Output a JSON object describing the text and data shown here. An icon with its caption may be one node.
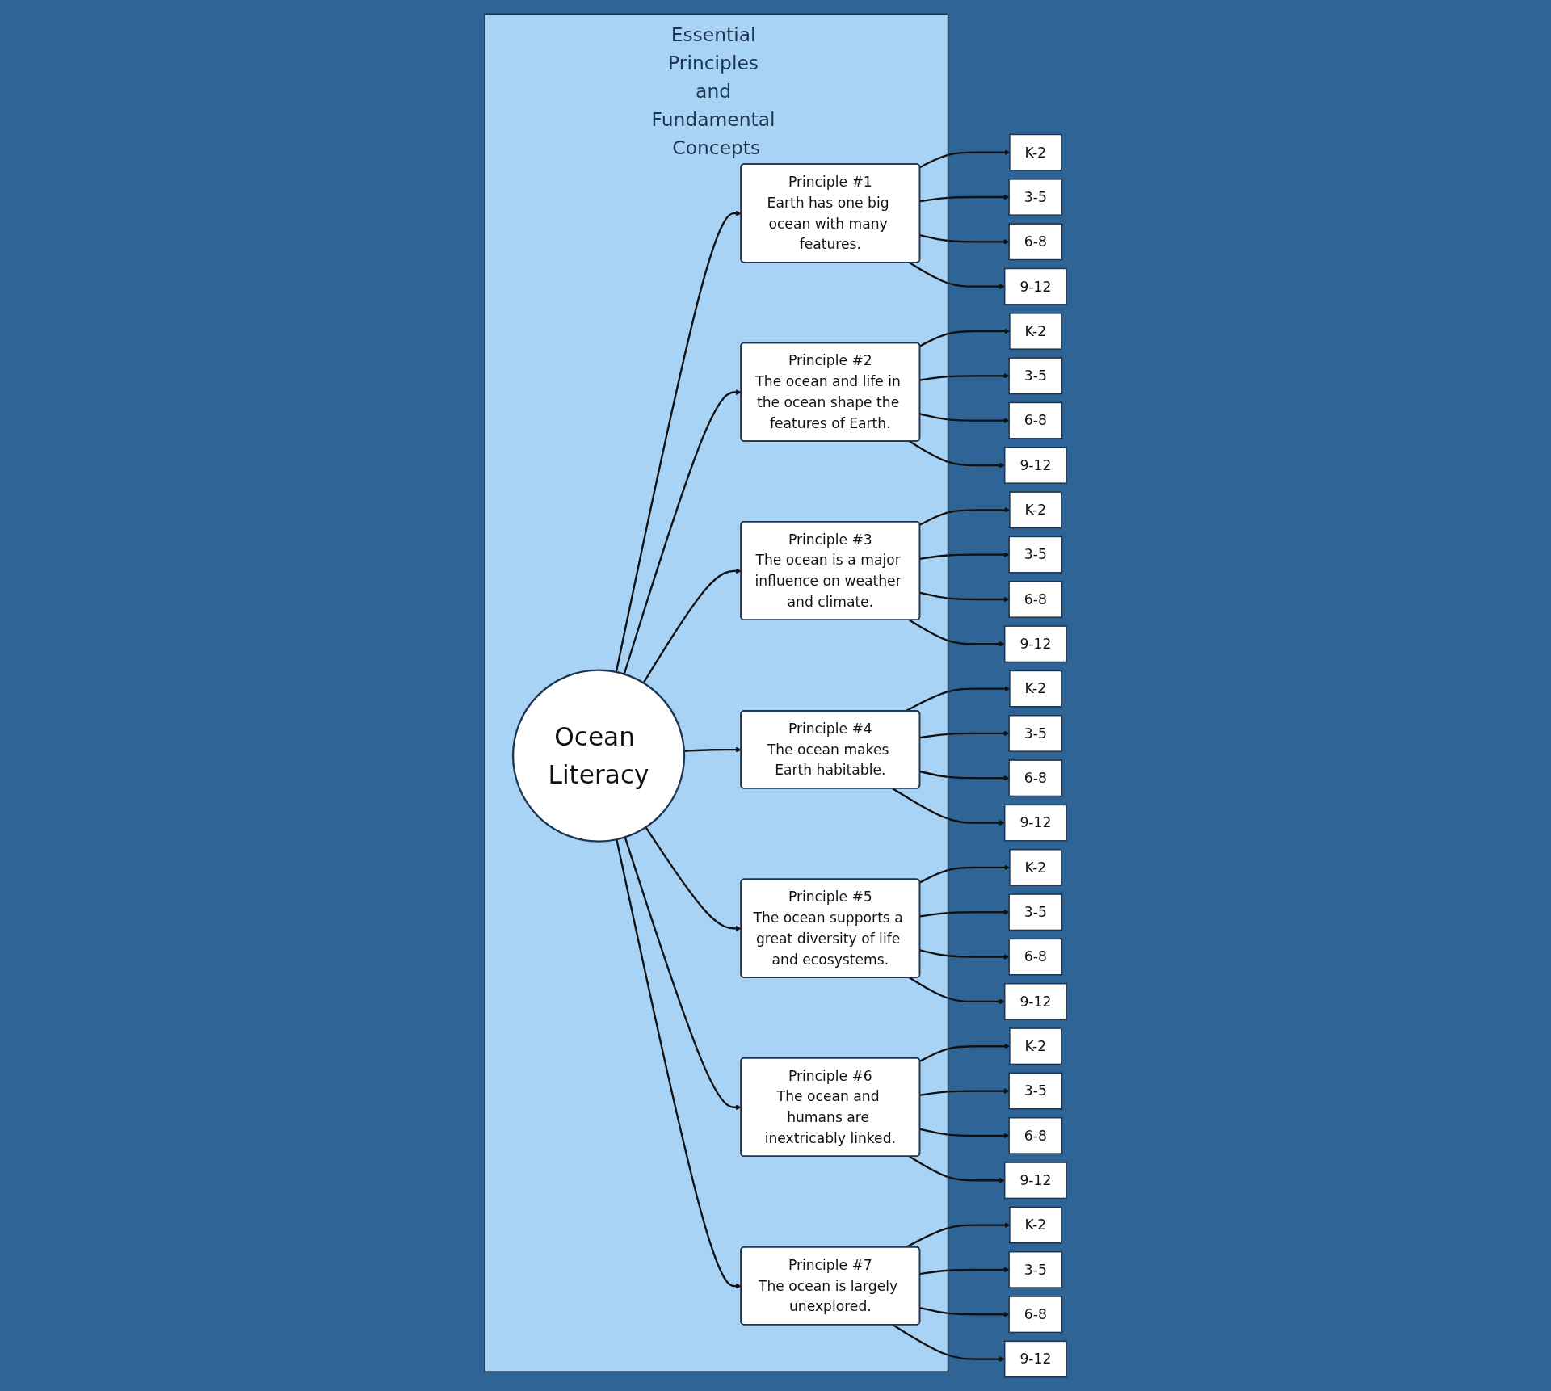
{
  "diagram": {
    "nodes": [
      {
        "text": [
          "Essential Principles and Fundamental Concepts"
        ]
      },
      {
        "text": [
          "Ocean Literacy"
        ],
        "in": 0
      },
      {
        "text": [
          "Principle #1",
          "Earth has one big ocean with many features."
        ],
        "in": 0
      },
      {
        "text": [
          "Principle #2",
          "The ocean and life in the ocean shape the features of Earth."
        ],
        "in": 0
      },
      {
        "text": [
          "Principle #3",
          "The ocean is a major influence on weather and climate."
        ],
        "in": 0
      },
      {
        "text": [
          "Principle #4",
          "The ocean makes Earth habitable."
        ],
        "in": 0
      },
      {
        "text": [
          "Principle #5",
          "The ocean supports a great diversity of life and ecosystems."
        ],
        "in": 0
      },
      {
        "text": [
          "Principle #6",
          "The ocean and humans are inextricably linked."
        ],
        "in": 0
      },
      {
        "text": [
          "Principle #7",
          "The ocean is largely unexplored."
        ],
        "in": 0
      },
      {
        "text": [
          "K-2"
        ]
      },
      {
        "text": [
          "3-5"
        ]
      },
      {
        "text": [
          "6-8"
        ]
      },
      {
        "text": [
          "9-12"
        ]
      },
      {
        "text": [
          "K-2"
        ]
      },
      {
        "text": [
          "3-5"
        ]
      },
      {
        "text": [
          "6-8"
        ]
      },
      {
        "text": [
          "9-12"
        ]
      },
      {
        "text": [
          "K-2"
        ]
      },
      {
        "text": [
          "3-5"
        ]
      },
      {
        "text": [
          "6-8"
        ]
      },
      {
        "text": [
          "9-12"
        ]
      },
      {
        "text": [
          "K-2"
        ]
      },
      {
        "text": [
          "3-5"
        ]
      },
      {
        "text": [
          "6-8"
        ]
      },
      {
        "text": [
          "9-12"
        ]
      },
      {
        "text": [
          "K-2"
        ]
      },
      {
        "text": [
          "3-5"
        ]
      },
      {
        "text": [
          "6-8"
        ]
      },
      {
        "text": [
          "9-12"
        ]
      },
      {
        "text": [
          "K-2"
        ]
      },
      {
        "text": [
          "3-5"
        ]
      },
      {
        "text": [
          "6-8"
        ]
      },
      {
        "text": [
          "9-12"
        ]
      },
      {
        "text": [
          "K-2"
        ]
      },
      {
        "text": [
          "3-5"
        ]
      },
      {
        "text": [
          "6-8"
        ]
      },
      {
        "text": [
          "9-12"
        ]
      }
    ],
    "edges": [
      {
        "from": 1,
        "to": 2,
        "arrow": "to"
      },
      {
        "from": 1,
        "to": 3,
        "arrow": "to"
      },
      {
        "from": 1,
        "to": 4,
        "arrow": "to"
      },
      {
        "from": 1,
        "to": 5,
        "arrow": "to"
      },
      {
        "from": 1,
        "to": 6,
        "arrow": "to"
      },
      {
        "from": 1,
        "to": 7,
        "arrow": "to"
      },
      {
        "from": 1,
        "to": 8,
        "arrow": "to"
      },
      {
        "from": 2,
        "to": 9,
        "arrow": "to"
      },
      {
        "from": 2,
        "to": 10,
        "arrow": "to"
      },
      {
        "from": 2,
        "to": 11,
        "arrow": "to"
      },
      {
        "from": 2,
        "to": 12,
        "arrow": "to"
      },
      {
        "from": 3,
        "to": 13,
        "arrow": "to"
      },
      {
        "from": 3,
        "to": 14,
        "arrow": "to"
      },
      {
        "from": 3,
        "to": 15,
        "arrow": "to"
      },
      {
        "from": 3,
        "to": 16,
        "arrow": "to"
      },
      {
        "from": 4,
        "to": 17,
        "arrow": "to"
      },
      {
        "from": 4,
        "to": 18,
        "arrow": "to"
      },
      {
        "from": 4,
        "to": 19,
        "arrow": "to"
      },
      {
        "from": 4,
        "to": 20,
        "arrow": "to"
      },
      {
        "from": 5,
        "to": 21,
        "arrow": "to"
      },
      {
        "from": 5,
        "to": 22,
        "arrow": "to"
      },
      {
        "from": 5,
        "to": 23,
        "arrow": "to"
      },
      {
        "from": 5,
        "to": 24,
        "arrow": "to"
      },
      {
        "from": 6,
        "to": 25,
        "arrow": "to"
      },
      {
        "from": 6,
        "to": 26,
        "arrow": "to"
      },
      {
        "from": 6,
        "to": 27,
        "arrow": "to"
      },
      {
        "from": 6,
        "to": 28,
        "arrow": "to"
      },
      {
        "from": 7,
        "to": 29,
        "arrow": "to"
      },
      {
        "from": 7,
        "to": 30,
        "arrow": "to"
      },
      {
        "from": 7,
        "to": 31,
        "arrow": "to"
      },
      {
        "from": 7,
        "to": 32,
        "arrow": "to"
      },
      {
        "from": 8,
        "to": 33,
        "arrow": "to"
      },
      {
        "from": 8,
        "to": 34,
        "arrow": "to"
      },
      {
        "from": 8,
        "to": 35,
        "arrow": "to"
      },
      {
        "from": 8,
        "to": 36,
        "arrow": "to"
      }
    ]
  }
}
